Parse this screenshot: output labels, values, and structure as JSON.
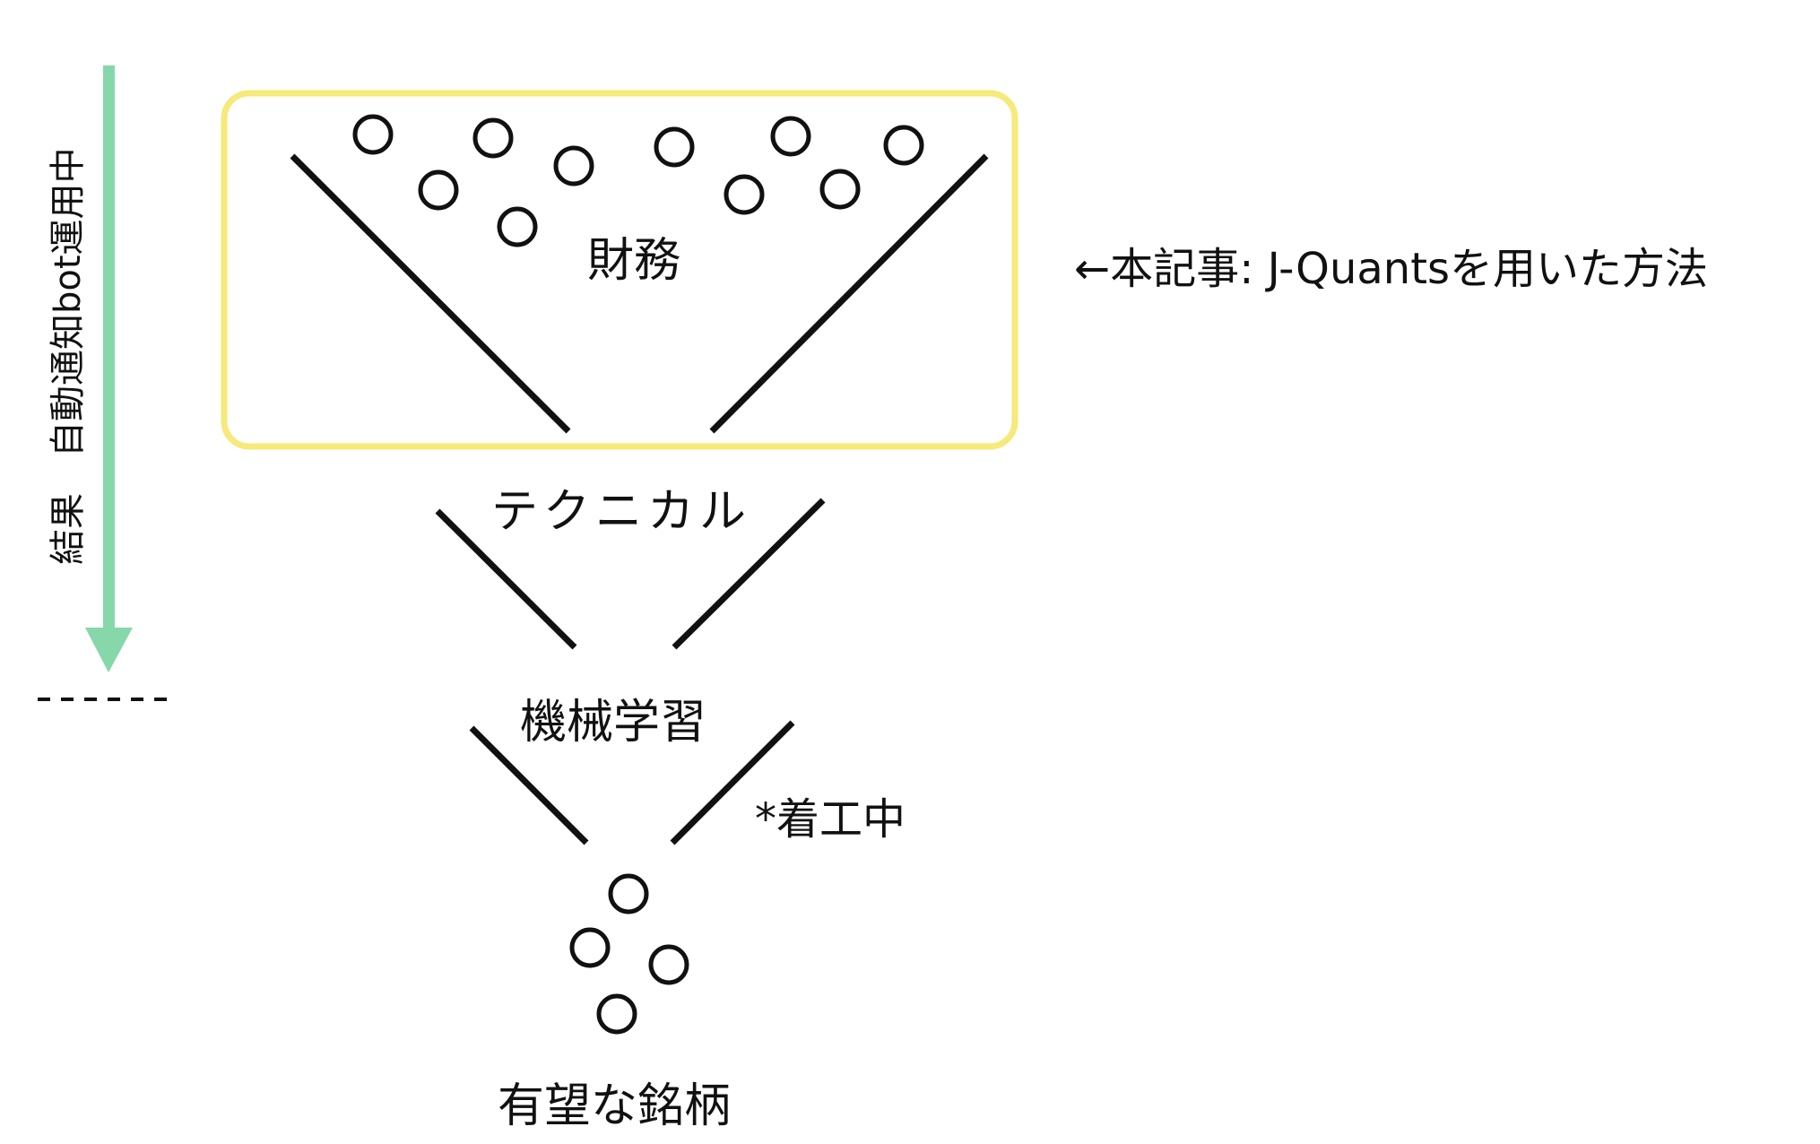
{
  "labels": {
    "financial": "財務",
    "technical": "テクニカル",
    "machine_learning": "機械学習",
    "work_in_progress": "*着工中",
    "result": "有望な銘柄",
    "article_note": "←本記事: J-Quantsを用いた方法",
    "status": "結果　自動通知bot運用中"
  },
  "colors": {
    "highlight_box": "#f5ea7a",
    "arrow": "#86d7a9",
    "lines": "#111111"
  }
}
